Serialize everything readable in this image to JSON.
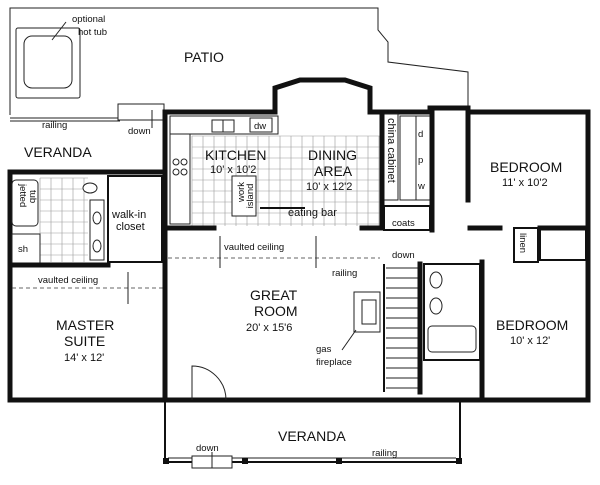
{
  "patio": {
    "label": "PATIO"
  },
  "hot_tub": {
    "label_line1": "optional",
    "label_line2": "hot tub"
  },
  "kitchen": {
    "label": "KITCHEN",
    "dim": "10' x 10'2",
    "island_line1": "work",
    "island_line2": "island",
    "dw": "dw"
  },
  "dining": {
    "label_line1": "DINING",
    "label_line2": "AREA",
    "dim": "10' x 12'2",
    "eating_bar": "eating bar",
    "china": "china cabinet"
  },
  "bedroom1": {
    "label": "BEDROOM",
    "dim": "11' x 10'2"
  },
  "bedroom2": {
    "label": "BEDROOM",
    "dim": "10' x 12'"
  },
  "great_room": {
    "label_line1": "GREAT",
    "label_line2": "ROOM",
    "dim": "20' x 15'6"
  },
  "master": {
    "label_line1": "MASTER",
    "label_line2": "SUITE",
    "dim": "14' x 12'"
  },
  "veranda_top": {
    "label": "VERANDA"
  },
  "veranda_bottom": {
    "label": "VERANDA"
  },
  "notes": {
    "railing": "railing",
    "down": "down",
    "vaulted": "vaulted ceiling",
    "walkin_line1": "walk-in",
    "walkin_line2": "closet",
    "jetted_line1": "jetted",
    "jetted_line2": "tub",
    "sh": "sh",
    "coats": "coats",
    "linen": "linen",
    "fireplace_line1": "gas",
    "fireplace_line2": "fireplace",
    "pantry_p": "p",
    "pantry_w": "w",
    "pantry_d": "d"
  }
}
